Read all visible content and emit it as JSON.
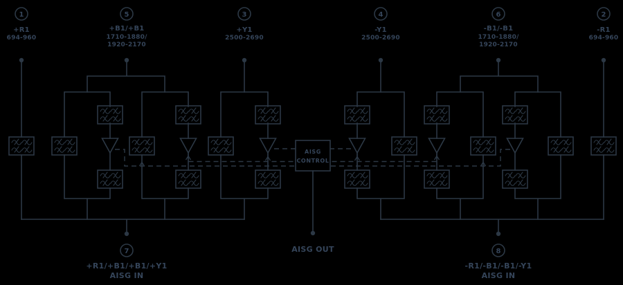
{
  "colors": {
    "bg": "#000000",
    "line": "#2c3845",
    "text": "#35455a"
  },
  "diagram": {
    "type": "tower-mounted-amplifier-schematic",
    "top_ports": [
      {
        "number": "1",
        "name": "+R1",
        "freq1": "694-960",
        "freq2": ""
      },
      {
        "number": "5",
        "name": "+B1/+B1",
        "freq1": "1710-1880/",
        "freq2": "1920-2170"
      },
      {
        "number": "3",
        "name": "+Y1",
        "freq1": "2500-2690",
        "freq2": ""
      },
      {
        "number": "4",
        "name": "-Y1",
        "freq1": "2500-2690",
        "freq2": ""
      },
      {
        "number": "6",
        "name": "-B1/-B1",
        "freq1": "1710-1880/",
        "freq2": "1920-2170"
      },
      {
        "number": "2",
        "name": "-R1",
        "freq1": "694-960",
        "freq2": ""
      }
    ],
    "bottom_ports": [
      {
        "number": "7",
        "name": "+R1/+B1/+B1/+Y1",
        "sub": "AISG IN"
      },
      {
        "number": "8",
        "name": "-R1/-B1/-B1/-Y1",
        "sub": "AISG IN"
      }
    ],
    "control_box": {
      "line1": "AISG",
      "line2": "CONTROL"
    },
    "aisg_out_label": "AISG OUT"
  }
}
